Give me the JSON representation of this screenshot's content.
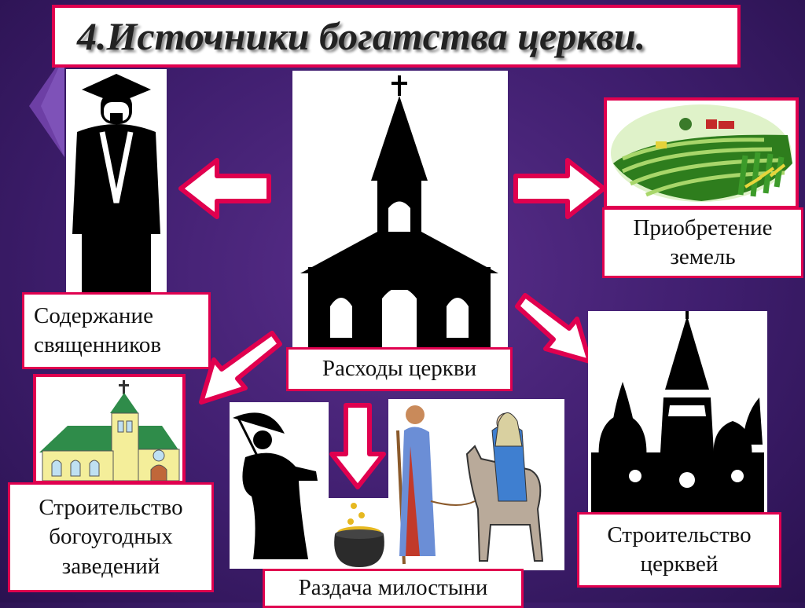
{
  "title": "4.Источники богатства церкви.",
  "center_label": "Расходы  церкви",
  "labels": {
    "priests": "Содержание священников",
    "land": "Приобретение земель",
    "charity_buildings": "Строительство богоугодных заведений",
    "alms": "Раздача милостыни",
    "churches": "Строительство церквей"
  },
  "colors": {
    "background": "#4a2478",
    "border": "#e0004f",
    "arrow_fill": "#ffffff",
    "arrow_outline": "#e0004f"
  }
}
